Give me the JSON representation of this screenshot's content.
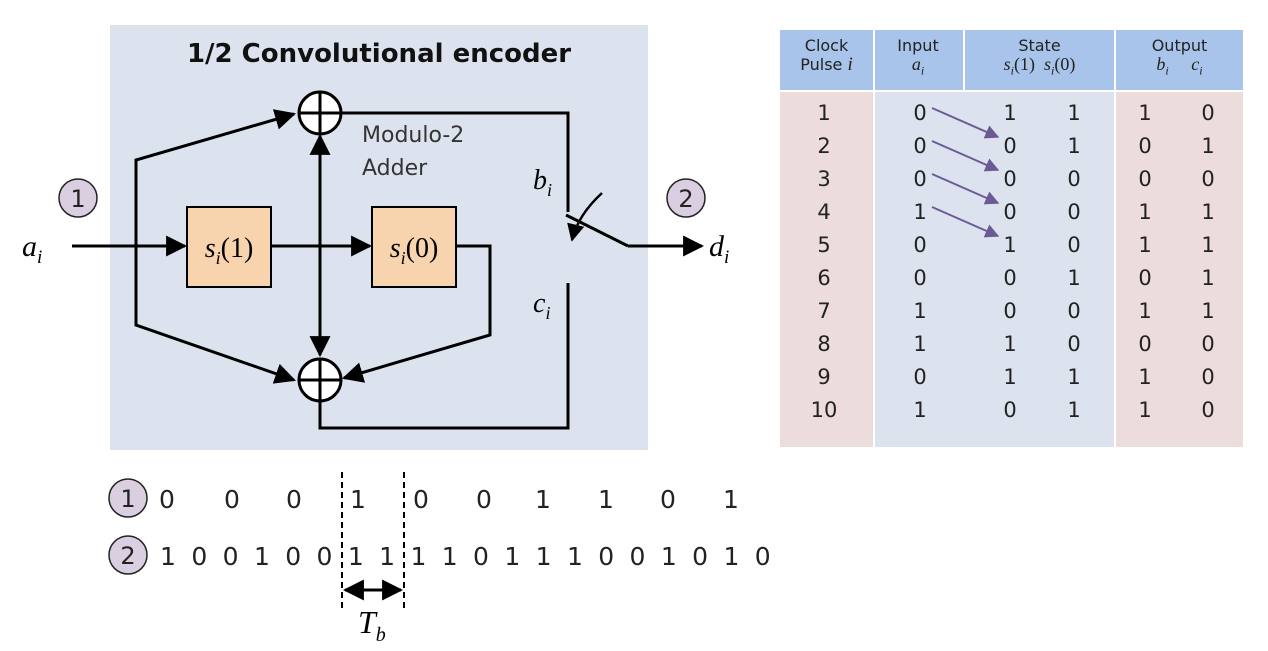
{
  "encoder": {
    "title": "1/2 Convolutional encoder",
    "adder_label_line1": "Modulo-2",
    "adder_label_line2": "Adder",
    "register1": {
      "base": "s",
      "sub": "i",
      "arg": "(1)"
    },
    "register0": {
      "base": "s",
      "sub": "i",
      "arg": "(0)"
    },
    "input": {
      "base": "a",
      "sub": "i"
    },
    "output": {
      "base": "d",
      "sub": "i"
    },
    "upper_branch": {
      "base": "b",
      "sub": "i"
    },
    "lower_branch": {
      "base": "c",
      "sub": "i"
    },
    "marker1": "1",
    "marker2": "2"
  },
  "table": {
    "headers": {
      "clock": [
        "Clock",
        "Pulse"
      ],
      "clock_var": "i",
      "input": "Input",
      "input_var": "a",
      "input_sub": "i",
      "state": "State",
      "state_s1": "s",
      "state_s1_sub": "i",
      "state_s1_arg": "(1)",
      "state_s0": "s",
      "state_s0_sub": "i",
      "state_s0_arg": "(0)",
      "output": "Output",
      "out_b": "b",
      "out_b_sub": "i",
      "out_c": "c",
      "out_c_sub": "i"
    },
    "rows": [
      {
        "clock": "1",
        "input": "0",
        "s1": "1",
        "s0": "1",
        "b": "1",
        "c": "0"
      },
      {
        "clock": "2",
        "input": "0",
        "s1": "0",
        "s0": "1",
        "b": "0",
        "c": "1"
      },
      {
        "clock": "3",
        "input": "0",
        "s1": "0",
        "s0": "0",
        "b": "0",
        "c": "0"
      },
      {
        "clock": "4",
        "input": "1",
        "s1": "0",
        "s0": "0",
        "b": "1",
        "c": "1"
      },
      {
        "clock": "5",
        "input": "0",
        "s1": "1",
        "s0": "0",
        "b": "1",
        "c": "1"
      },
      {
        "clock": "6",
        "input": "0",
        "s1": "0",
        "s0": "1",
        "b": "0",
        "c": "1"
      },
      {
        "clock": "7",
        "input": "1",
        "s1": "0",
        "s0": "0",
        "b": "1",
        "c": "1"
      },
      {
        "clock": "8",
        "input": "1",
        "s1": "1",
        "s0": "0",
        "b": "0",
        "c": "0"
      },
      {
        "clock": "9",
        "input": "0",
        "s1": "1",
        "s0": "1",
        "b": "1",
        "c": "0"
      },
      {
        "clock": "10",
        "input": "1",
        "s1": "0",
        "s0": "1",
        "b": "1",
        "c": "0"
      }
    ]
  },
  "sequences": {
    "input_marker": "1",
    "input_bits": [
      "0",
      "0",
      "0",
      "1",
      "0",
      "0",
      "1",
      "1",
      "0",
      "1"
    ],
    "output_marker": "2",
    "output_bits": [
      "1",
      "0",
      "0",
      "1",
      "0",
      "0",
      "1",
      "1",
      "1",
      "1",
      "0",
      "1",
      "1",
      "1",
      "0",
      "0",
      "1",
      "0",
      "1",
      "0"
    ],
    "bit_period": {
      "base": "T",
      "sub": "b"
    }
  },
  "colors": {
    "encoder_bg": "#dde3ee",
    "register_fill": "#f7d3ae",
    "marker_fill": "#d9cfe1",
    "header_bg": "#a9c4ea",
    "clock_col_bg": "#ecdcdc",
    "state_col_bg": "#dde3ee",
    "arrow_color": "#6b5b95"
  }
}
